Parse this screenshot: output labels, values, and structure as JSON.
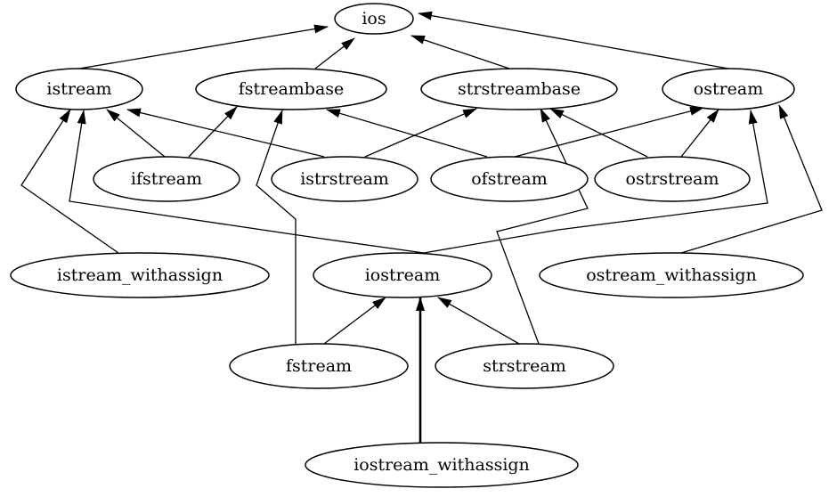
{
  "diagram": {
    "nodes": [
      {
        "id": "ios",
        "label": "ios"
      },
      {
        "id": "istream",
        "label": "istream"
      },
      {
        "id": "fstreambase",
        "label": "fstreambase"
      },
      {
        "id": "strstreambase",
        "label": "strstreambase"
      },
      {
        "id": "ostream",
        "label": "ostream"
      },
      {
        "id": "ifstream",
        "label": "ifstream"
      },
      {
        "id": "istrstream",
        "label": "istrstream"
      },
      {
        "id": "ofstream",
        "label": "ofstream"
      },
      {
        "id": "ostrstream",
        "label": "ostrstream"
      },
      {
        "id": "istream_withassign",
        "label": "istream_withassign"
      },
      {
        "id": "iostream",
        "label": "iostream"
      },
      {
        "id": "ostream_withassign",
        "label": "ostream_withassign"
      },
      {
        "id": "fstream",
        "label": "fstream"
      },
      {
        "id": "strstream",
        "label": "strstream"
      },
      {
        "id": "iostream_withassign",
        "label": "iostream_withassign"
      }
    ],
    "edges": [
      {
        "from": "istream",
        "to": "ios"
      },
      {
        "from": "fstreambase",
        "to": "ios"
      },
      {
        "from": "strstreambase",
        "to": "ios"
      },
      {
        "from": "ostream",
        "to": "ios"
      },
      {
        "from": "ifstream",
        "to": "istream"
      },
      {
        "from": "ifstream",
        "to": "fstreambase"
      },
      {
        "from": "istrstream",
        "to": "istream"
      },
      {
        "from": "istrstream",
        "to": "strstreambase"
      },
      {
        "from": "ofstream",
        "to": "fstreambase"
      },
      {
        "from": "ofstream",
        "to": "ostream"
      },
      {
        "from": "ostrstream",
        "to": "strstreambase"
      },
      {
        "from": "ostrstream",
        "to": "ostream"
      },
      {
        "from": "istream_withassign",
        "to": "istream"
      },
      {
        "from": "iostream",
        "to": "istream"
      },
      {
        "from": "iostream",
        "to": "ostream"
      },
      {
        "from": "ostream_withassign",
        "to": "ostream"
      },
      {
        "from": "fstream",
        "to": "iostream"
      },
      {
        "from": "fstream",
        "to": "fstreambase"
      },
      {
        "from": "strstream",
        "to": "iostream"
      },
      {
        "from": "strstream",
        "to": "strstreambase"
      },
      {
        "from": "iostream_withassign",
        "to": "iostream"
      }
    ]
  }
}
